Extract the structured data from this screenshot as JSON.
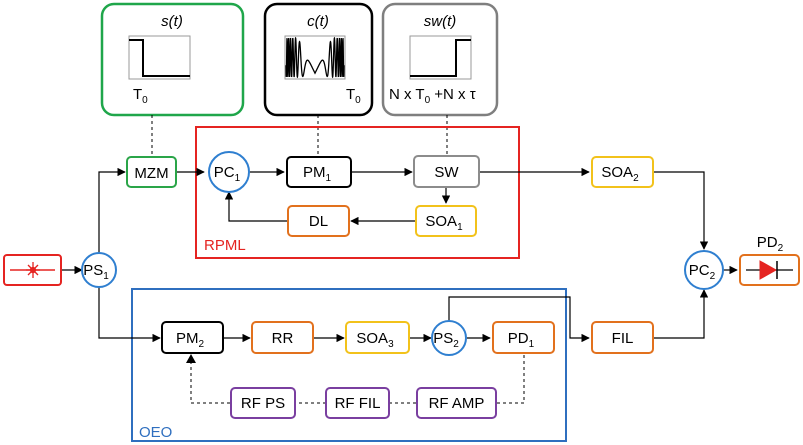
{
  "signals": {
    "s": {
      "title": "s(t)",
      "label": "T",
      "label_sub": "0",
      "color": "#1fa64a"
    },
    "c": {
      "title": "c(t)",
      "label": "T",
      "label_sub": "0",
      "color": "#000000"
    },
    "sw": {
      "title": "sw(t)",
      "label": "N x T",
      "label_sub": "0",
      "label_tail": " +N x τ",
      "color": "#7f7f7f"
    }
  },
  "regions": {
    "rpml": {
      "label": "RPML",
      "color": "#e52421"
    },
    "oeo": {
      "label": "OEO",
      "color": "#2f6fbf"
    }
  },
  "components": {
    "mzm": {
      "text": "MZM",
      "color": "#2aa548"
    },
    "pc1": {
      "text": "PC",
      "sub": "1",
      "color": "#2f7fd0"
    },
    "pm1": {
      "text": "PM",
      "sub": "1",
      "color": "#000000"
    },
    "sw": {
      "text": "SW",
      "color": "#8c8c8c"
    },
    "soa1": {
      "text": "SOA",
      "sub": "1",
      "color": "#f2c21b"
    },
    "dl": {
      "text": "DL",
      "color": "#e2711d"
    },
    "soa2": {
      "text": "SOA",
      "sub": "2",
      "color": "#f2c21b"
    },
    "ps1": {
      "text": "PS",
      "sub": "1",
      "color": "#2f7fd0"
    },
    "pc2": {
      "text": "PC",
      "sub": "2",
      "color": "#2f7fd0"
    },
    "pd2": {
      "text": "PD",
      "sub": "2",
      "color": "#e2711d"
    },
    "pm2": {
      "text": "PM",
      "sub": "2",
      "color": "#000000"
    },
    "rr": {
      "text": "RR",
      "color": "#e2711d"
    },
    "soa3": {
      "text": "SOA",
      "sub": "3",
      "color": "#f2c21b"
    },
    "ps2": {
      "text": "PS",
      "sub": "2",
      "color": "#2f7fd0"
    },
    "pd1": {
      "text": "PD",
      "sub": "1",
      "color": "#e2711d"
    },
    "fil": {
      "text": "FIL",
      "color": "#e2711d"
    },
    "rfps": {
      "text": "RF PS",
      "color": "#7a3fa0"
    },
    "rffil": {
      "text": "RF FIL",
      "color": "#7a3fa0"
    },
    "rfamp": {
      "text": "RF AMP",
      "color": "#7a3fa0"
    }
  },
  "laser": {
    "icon": "laser-icon",
    "color": "#e52421"
  }
}
